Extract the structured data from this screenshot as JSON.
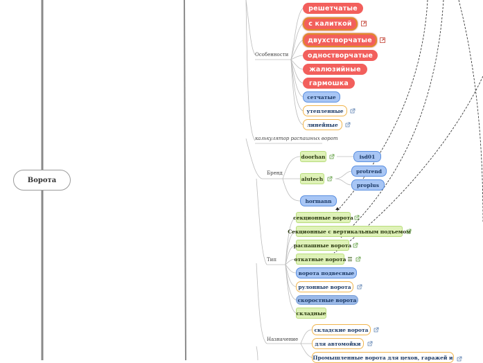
{
  "root": {
    "label": "Ворота"
  },
  "groups": {
    "features": "Особенности",
    "calculator": "калькулятор распашных ворот",
    "brand": "Бренд",
    "type": "Тип",
    "purpose": "Назначение"
  },
  "features": [
    "решетчатые",
    "с калиткой",
    "двухстворчатые",
    "одностворчатые",
    "жалюзийные",
    "гармошка",
    "сетчатые",
    "утепленные",
    "линейные"
  ],
  "brands": {
    "doorhan": "doorhan",
    "isd01": "isd01",
    "alutech": "alutech",
    "protrend": "protrend",
    "proplus": "proplus",
    "hormann": "hormann"
  },
  "types": [
    "секционные ворота",
    "Секционные с вертикальным подъемом",
    "распашные ворота",
    "откатные ворота",
    "ворота  подвесные",
    "рулонные ворота",
    "скоростные ворота",
    "складные"
  ],
  "purposes": [
    "складские ворота",
    "для автомойки",
    "Промышленные ворота для цехов, гаражей и"
  ],
  "colors": {
    "red": "#f25f5c",
    "blue": "#a8c6f5",
    "orange": "#f0b44c",
    "green": "#dff2b8",
    "trunk": "#8a8a8a"
  }
}
